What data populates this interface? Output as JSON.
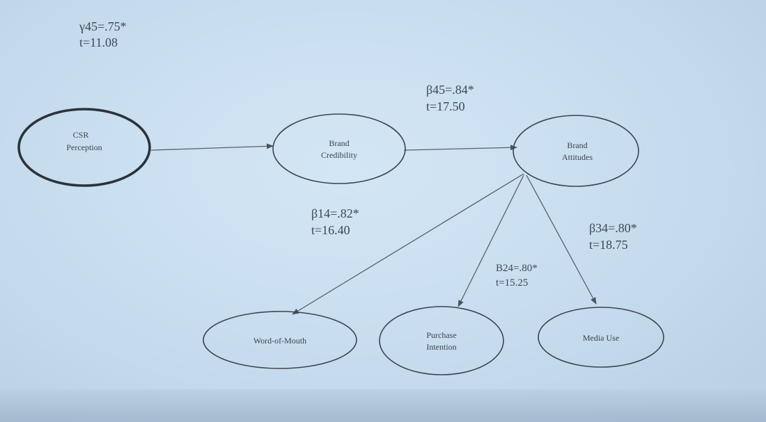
{
  "nodes": {
    "csr": {
      "lines": [
        "CSR",
        "Perception"
      ]
    },
    "credibility": {
      "lines": [
        "Brand",
        "Credibility"
      ]
    },
    "attitudes": {
      "lines": [
        "Brand",
        "Attitudes"
      ]
    },
    "wom": {
      "lines": [
        "Word-of-Mouth"
      ]
    },
    "purchase": {
      "lines": [
        "Purchase",
        "Intention"
      ]
    },
    "media": {
      "lines": [
        "Media Use"
      ]
    }
  },
  "annotations": {
    "gamma": {
      "line1": "γ45=.75*",
      "line2": "t=11.08"
    },
    "beta45": {
      "line1": "β45=.84*",
      "line2": "t=17.50"
    },
    "beta14": {
      "line1": "β14=.82*",
      "line2": "t=16.40"
    },
    "beta24": {
      "line1": "B24=.80*",
      "line2": "t=15.25"
    },
    "beta34": {
      "line1": "β34=.80*",
      "line2": "t=18.75"
    }
  },
  "colors": {
    "background": "#c9dff0",
    "ink": "#3a4450"
  }
}
